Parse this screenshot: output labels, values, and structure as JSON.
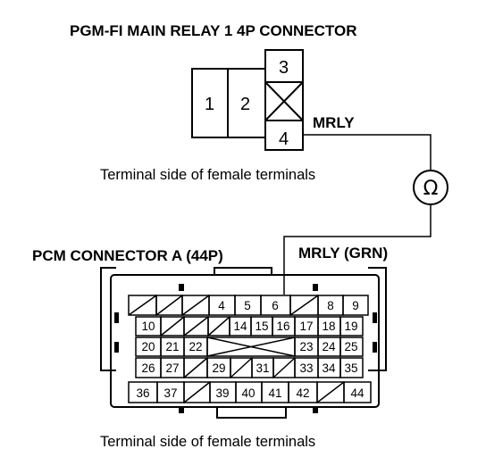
{
  "relay": {
    "title": "PGM-FI MAIN RELAY 1 4P CONNECTOR",
    "terminals": [
      "1",
      "2",
      "3",
      "4"
    ],
    "wire_label": "MRLY",
    "caption": "Terminal side of female terminals"
  },
  "meter": {
    "symbol": "Ω"
  },
  "pcm": {
    "title": "PCM CONNECTOR A (44P)",
    "wire_label": "MRLY (GRN)",
    "caption": "Terminal side of female terminals",
    "rows": [
      [
        "",
        "",
        "",
        "4",
        "5",
        "6",
        "",
        "8",
        "9"
      ],
      [
        "10",
        "",
        "",
        "",
        "14",
        "15",
        "16",
        "17",
        "18",
        "19"
      ],
      [
        "20",
        "21",
        "22",
        "",
        "",
        "",
        "",
        "23",
        "24",
        "25"
      ],
      [
        "26",
        "27",
        "",
        "29",
        "",
        "31",
        "",
        "33",
        "34",
        "35"
      ],
      [
        "36",
        "37",
        "",
        "39",
        "40",
        "41",
        "42",
        "",
        "44"
      ]
    ]
  }
}
